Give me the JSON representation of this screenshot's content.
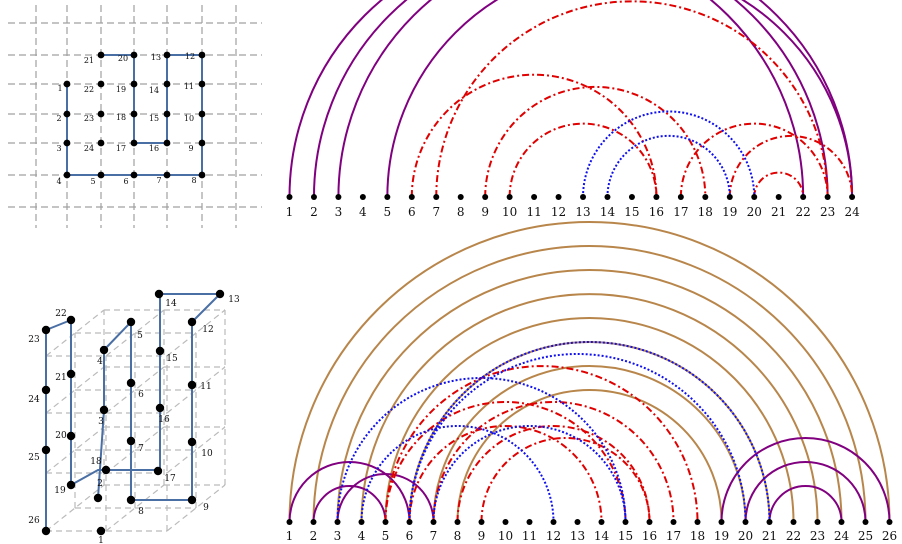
{
  "colors": {
    "lattice_edge": "#4a6fa5",
    "grid": "#a0a0a0",
    "node": "#000000",
    "purple": "#800080",
    "red": "#e00000",
    "blue": "#1010ee",
    "brown": "#b8864b"
  },
  "panel_a": {
    "labels": [
      "1",
      "2",
      "3",
      "4",
      "5",
      "6",
      "7",
      "8",
      "9",
      "10",
      "11",
      "12",
      "13",
      "14",
      "15",
      "16",
      "17",
      "18",
      "19",
      "20",
      "21",
      "22",
      "23",
      "24"
    ],
    "arcs": [
      {
        "a": 1,
        "b": 22,
        "style": "purple"
      },
      {
        "a": 2,
        "b": 23,
        "style": "purple"
      },
      {
        "a": 3,
        "b": 24,
        "style": "purple"
      },
      {
        "a": 5,
        "b": 24,
        "style": "purple"
      },
      {
        "a": 6,
        "b": 16,
        "style": "red"
      },
      {
        "a": 7,
        "b": 23,
        "style": "red"
      },
      {
        "a": 9,
        "b": 18,
        "style": "red"
      },
      {
        "a": 10,
        "b": 16,
        "style": "red"
      },
      {
        "a": 17,
        "b": 23,
        "style": "red"
      },
      {
        "a": 19,
        "b": 24,
        "style": "red"
      },
      {
        "a": 20,
        "b": 22,
        "style": "red"
      },
      {
        "a": 13,
        "b": 20,
        "style": "blue"
      },
      {
        "a": 14,
        "b": 19,
        "style": "blue"
      }
    ]
  },
  "panel_b": {
    "labels": [
      "1",
      "2",
      "3",
      "4",
      "5",
      "6",
      "7",
      "8",
      "9",
      "10",
      "11",
      "12",
      "13",
      "14",
      "15",
      "16",
      "17",
      "18",
      "19",
      "20",
      "21",
      "22",
      "23",
      "24",
      "25",
      "26"
    ],
    "arcs": [
      {
        "a": 1,
        "b": 26,
        "style": "brown"
      },
      {
        "a": 2,
        "b": 25,
        "style": "brown"
      },
      {
        "a": 3,
        "b": 24,
        "style": "brown"
      },
      {
        "a": 4,
        "b": 23,
        "style": "brown"
      },
      {
        "a": 5,
        "b": 22,
        "style": "brown"
      },
      {
        "a": 6,
        "b": 21,
        "style": "brown"
      },
      {
        "a": 7,
        "b": 20,
        "style": "brown"
      },
      {
        "a": 8,
        "b": 19,
        "style": "brown"
      },
      {
        "a": 1,
        "b": 6,
        "style": "purple"
      },
      {
        "a": 2,
        "b": 5,
        "style": "purple"
      },
      {
        "a": 3,
        "b": 7,
        "style": "purple"
      },
      {
        "a": 19,
        "b": 26,
        "style": "purple"
      },
      {
        "a": 20,
        "b": 25,
        "style": "purple"
      },
      {
        "a": 21,
        "b": 24,
        "style": "purple"
      },
      {
        "a": 5,
        "b": 15,
        "style": "red"
      },
      {
        "a": 5,
        "b": 18,
        "style": "red"
      },
      {
        "a": 6,
        "b": 14,
        "style": "red"
      },
      {
        "a": 7,
        "b": 17,
        "style": "red"
      },
      {
        "a": 8,
        "b": 16,
        "style": "red"
      },
      {
        "a": 9,
        "b": 16,
        "style": "red"
      },
      {
        "a": 6,
        "b": 21,
        "style": "blue"
      },
      {
        "a": 6,
        "b": 20,
        "style": "blue"
      },
      {
        "a": 3,
        "b": 15,
        "style": "blue"
      },
      {
        "a": 4,
        "b": 12,
        "style": "blue"
      },
      {
        "a": 7,
        "b": 15,
        "style": "blue"
      }
    ]
  },
  "lattice2d": {
    "labels": [
      "1",
      "2",
      "3",
      "4",
      "5",
      "6",
      "7",
      "8",
      "9",
      "10",
      "11",
      "12",
      "13",
      "14",
      "15",
      "16",
      "17",
      "18",
      "19",
      "20",
      "21",
      "22",
      "23",
      "24"
    ]
  },
  "lattice3d": {
    "labels": [
      "1",
      "2",
      "3",
      "4",
      "5",
      "6",
      "7",
      "8",
      "9",
      "10",
      "11",
      "12",
      "13",
      "14",
      "15",
      "16",
      "17",
      "18",
      "19",
      "20",
      "21",
      "22",
      "23",
      "24",
      "25",
      "26"
    ]
  }
}
